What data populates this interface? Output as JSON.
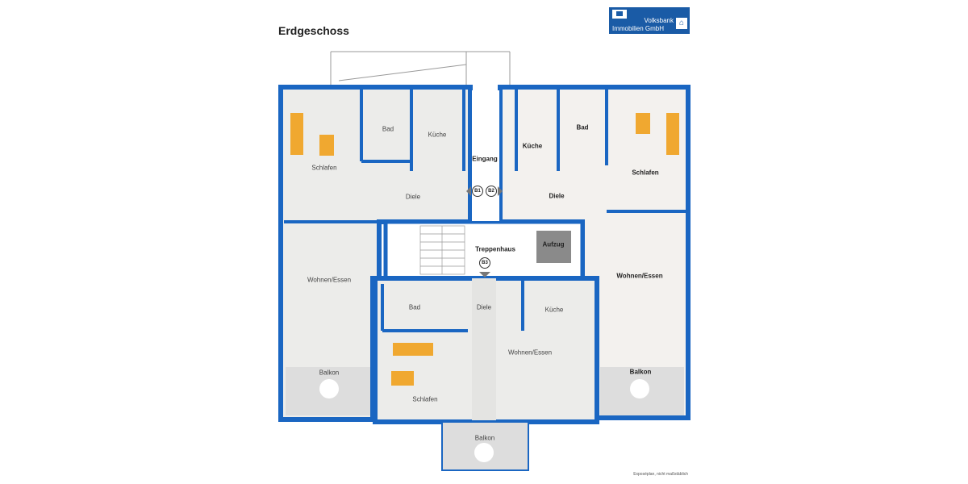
{
  "title": "Erdgeschoss",
  "logo": {
    "line1": "Volksbank",
    "line2": "Immobilien GmbH"
  },
  "colors": {
    "wall": "#1a66c2",
    "floor": "#ececea",
    "logo_bg": "#1a5ba6",
    "bed": "#f0a830",
    "elevator": "#8a8a8a"
  },
  "rooms": {
    "left_bad": "Bad",
    "left_kueche": "Küche",
    "left_schlafen": "Schlafen",
    "left_diele": "Diele",
    "left_wohnen": "Wohnen/Essen",
    "left_balkon": "Balkon",
    "eingang": "Eingang",
    "treppenhaus": "Treppenhaus",
    "aufzug": "Aufzug",
    "right_kueche": "Küche",
    "right_bad": "Bad",
    "right_schlafen": "Schlafen",
    "right_diele": "Diele",
    "right_wohnen": "Wohnen/Essen",
    "right_balkon": "Balkon",
    "bottom_bad": "Bad",
    "bottom_diele": "Diele",
    "bottom_kueche": "Küche",
    "bottom_wohnen": "Wohnen/Essen",
    "bottom_schlafen": "Schlafen",
    "bottom_balkon": "Balkon"
  },
  "badges": {
    "b1": "B1",
    "b2": "B2",
    "b3": "B3"
  },
  "footer": "Exposéplan, nicht maßstäblich"
}
